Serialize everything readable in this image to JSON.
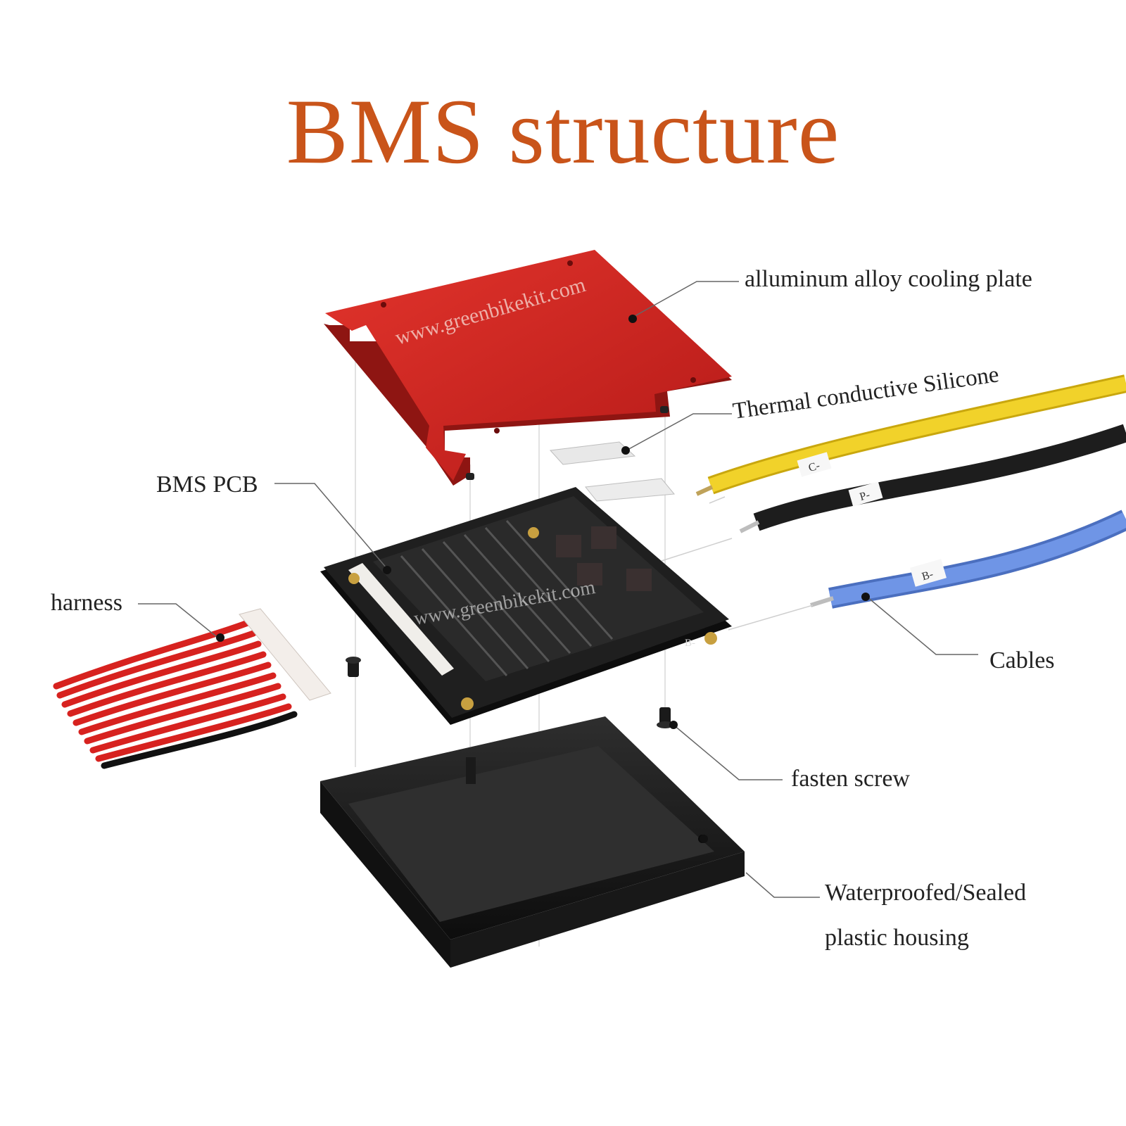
{
  "title": "BMS structure",
  "colors": {
    "title": "#c9541a",
    "cooling_plate": "#c8221f",
    "pcb": "#1a1a1a",
    "housing": "#1b1b1b",
    "wire_yellow": "#f1d22a",
    "wire_black": "#1d1d1d",
    "wire_blue": "#5f86d9",
    "harness_red": "#d7221f"
  },
  "labels": {
    "cooling_plate": "alluminum alloy cooling plate",
    "silicone": "Thermal conductive Silicone",
    "pcb": "BMS PCB",
    "harness": "harness",
    "cables": "Cables",
    "screw": "fasten screw",
    "housing_line1": "Waterproofed/Sealed",
    "housing_line2": "plastic housing"
  },
  "watermarks": {
    "plate_text": "www.greenbikekit.com",
    "pcb_text": "www.greenbikekit.com"
  },
  "wire_tags": {
    "yellow": "C-",
    "black": "P-",
    "blue": "B-"
  },
  "pcb_marking": "B-"
}
